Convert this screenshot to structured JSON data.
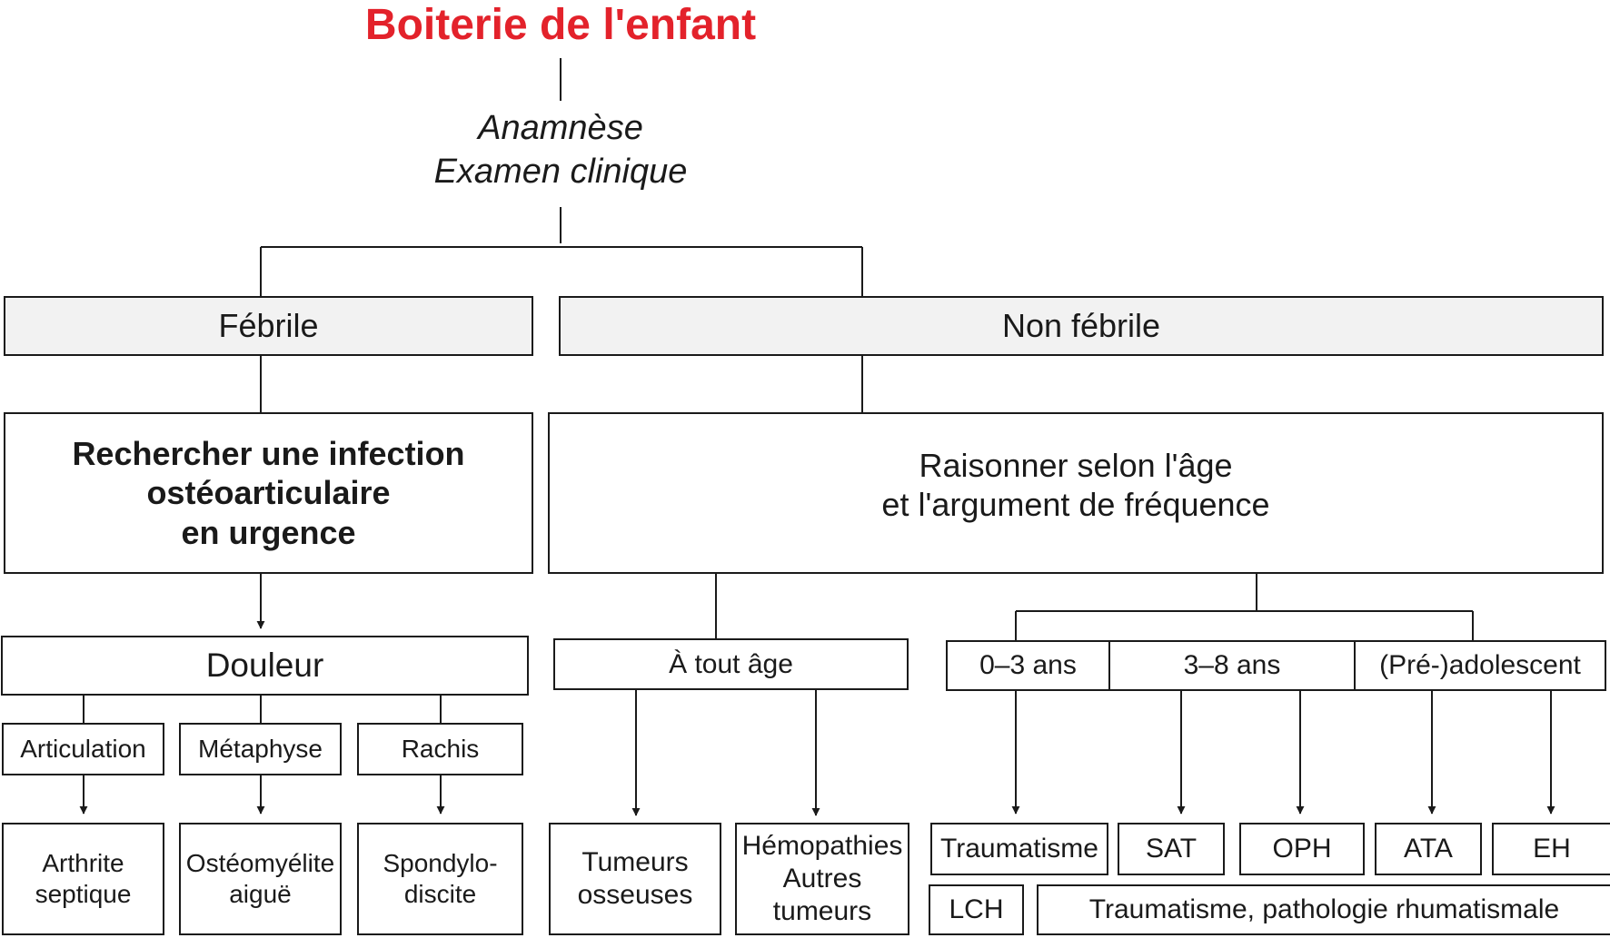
{
  "title": "Boiterie de l'enfant",
  "colors": {
    "title": "#e3222b",
    "line": "#1a1a1a",
    "header_fill": "#f2f2f2"
  },
  "intro": "Anamnèse\nExamen clinique",
  "febrile": {
    "label": "Fébrile",
    "action": "Rechercher une infection\nostéoarticulaire\nen urgence",
    "pain": "Douleur",
    "sites": [
      "Articulation",
      "Métaphyse",
      "Rachis"
    ],
    "diagnoses": [
      "Arthrite\nseptique",
      "Ostéomyélite\naiguë",
      "Spondylo-\ndiscite"
    ]
  },
  "non_febrile": {
    "label": "Non fébrile",
    "action": "Raisonner selon l'âge\net l'argument de fréquence",
    "any_age": "À tout âge",
    "any_age_diagnoses": [
      "Tumeurs\nosseuses",
      "Hémopathies\nAutres\ntumeurs"
    ],
    "age_groups": [
      "0–3 ans",
      "3–8 ans",
      "(Pré-)adolescent"
    ],
    "age_diagnoses": [
      "Traumatisme",
      "SAT",
      "OPH",
      "ATA",
      "EH"
    ],
    "bottom": [
      "LCH",
      "Traumatisme, pathologie rhumatismale"
    ]
  }
}
